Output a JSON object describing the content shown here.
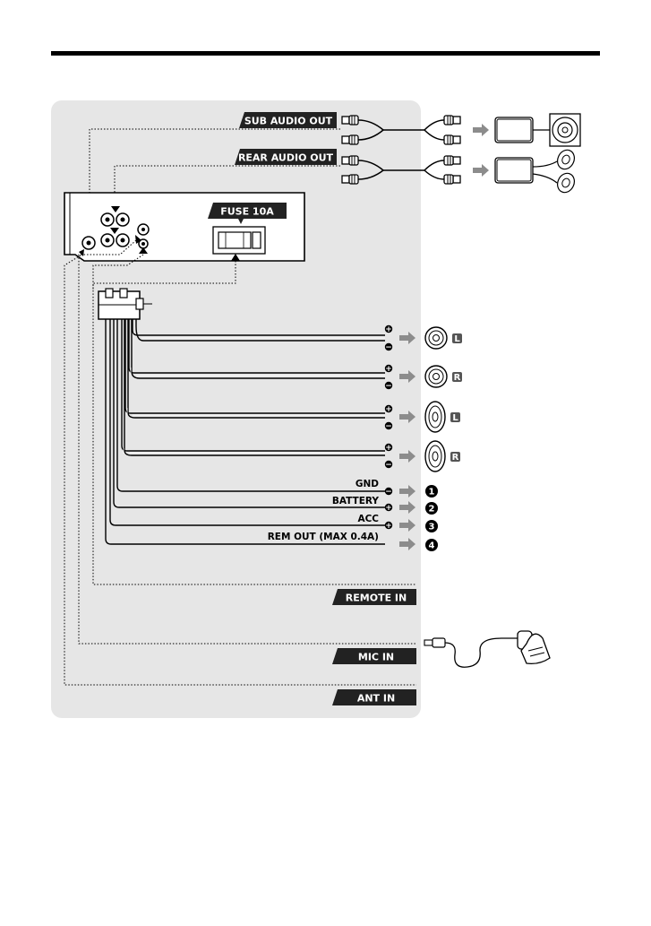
{
  "header_rule": true,
  "tags": {
    "sub_audio_out": "SUB AUDIO OUT",
    "rear_audio_out": "REAR AUDIO OUT",
    "fuse": "FUSE 10A",
    "remote_in": "REMOTE IN",
    "mic_in": "MIC IN",
    "ant_in": "ANT IN"
  },
  "wire_labels": {
    "gnd": "GND",
    "battery": "BATTERY",
    "acc": "ACC",
    "rem_out": "REM OUT (MAX 0.4A)"
  },
  "numbers": {
    "gnd": "1",
    "battery": "2",
    "acc": "3",
    "rem_out": "4"
  },
  "channels": {
    "left": "L",
    "right": "R"
  },
  "colors": {
    "panel": "#e6e6e6",
    "tag": "#222222",
    "arrow": "#8c8c8c",
    "line": "#000000"
  }
}
